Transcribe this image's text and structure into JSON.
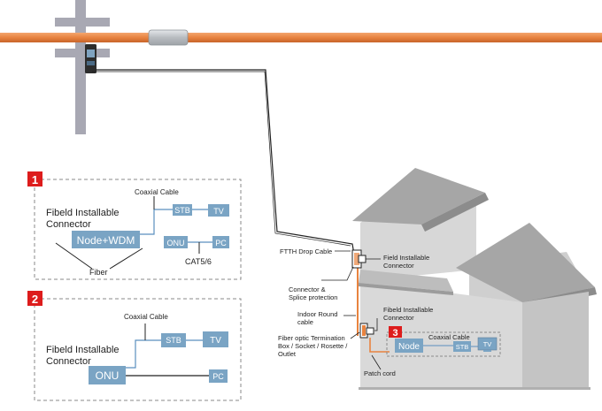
{
  "panel1": {
    "number": "1",
    "title_line1": "Fibeld Installable",
    "title_line2": "Connector",
    "coaxial_label": "Coaxial  Cable",
    "node_label": "Node+WDM",
    "stb_label": "STB",
    "tv_label": "TV",
    "onu_label": "ONU",
    "pc_label": "PC",
    "cat_label": "CAT5/6",
    "fiber_label": "Fiber"
  },
  "panel2": {
    "number": "2",
    "title_line1": "Fibeld Installable",
    "title_line2": "Connector",
    "coaxial_label": "Coaxial  Cable",
    "onu_label": "ONU",
    "stb_label": "STB",
    "tv_label": "TV",
    "pc_label": "PC"
  },
  "house": {
    "number": "3",
    "node_label": "Node",
    "coaxial_label": "Coaxial   Cable",
    "stb_label": "STB",
    "tv_label": "TV"
  },
  "callouts": {
    "ftth_drop": "FTTH Drop Cable",
    "field_conn_1_line1": "Field Installable",
    "field_conn_1_line2": "Connector",
    "splice_line1": "Connector &",
    "splice_line2": "Splice protection",
    "indoor_line1": "Indoor Round",
    "indoor_line2": "cable",
    "field_conn_2_line1": "Fibeld Installable",
    "field_conn_2_line2": "Connector",
    "term_line1": "Fiber optic Termination",
    "term_line2": "Box / Socket / Rosette /",
    "term_line3": "Outlet",
    "patch": "Patch cord"
  },
  "colors": {
    "cable_orange": "#e8833f",
    "pole_gray": "#a8a8b3",
    "box_blue": "#7aa4c4",
    "badge_red": "#dd1c1c",
    "house_wall": "#d7d7d7",
    "house_roof": "#a6a6a6"
  }
}
